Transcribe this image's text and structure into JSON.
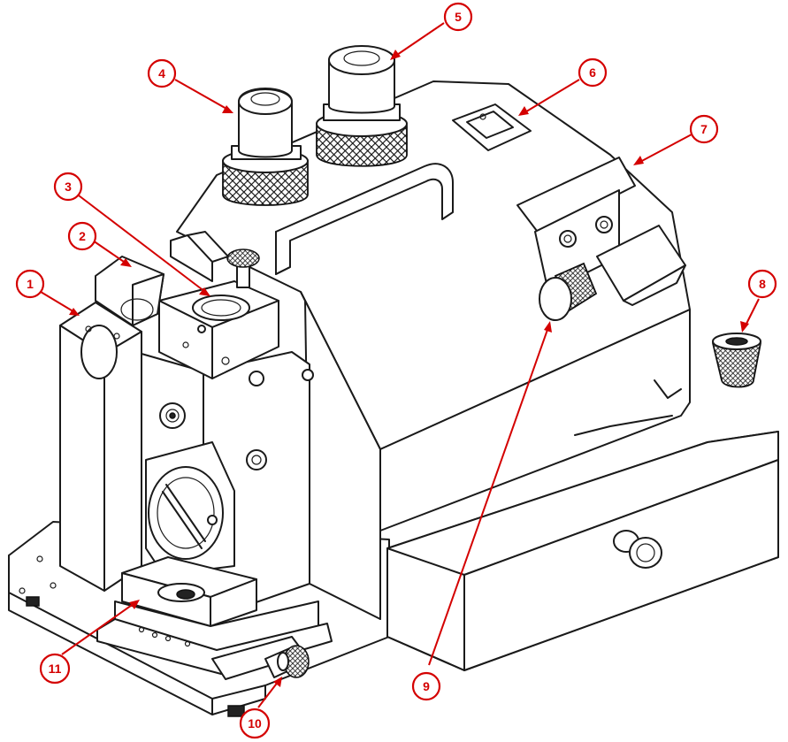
{
  "diagram": {
    "colors": {
      "callout": "#d40000",
      "outline": "#1a1a1a",
      "fill": "#ffffff"
    },
    "callouts": [
      {
        "label": "1",
        "name": "callout-1"
      },
      {
        "label": "2",
        "name": "callout-2"
      },
      {
        "label": "3",
        "name": "callout-3"
      },
      {
        "label": "4",
        "name": "callout-4"
      },
      {
        "label": "5",
        "name": "callout-5"
      },
      {
        "label": "6",
        "name": "callout-6"
      },
      {
        "label": "7",
        "name": "callout-7"
      },
      {
        "label": "8",
        "name": "callout-8"
      },
      {
        "label": "9",
        "name": "callout-9"
      },
      {
        "label": "10",
        "name": "callout-10"
      },
      {
        "label": "11",
        "name": "callout-11"
      }
    ]
  }
}
